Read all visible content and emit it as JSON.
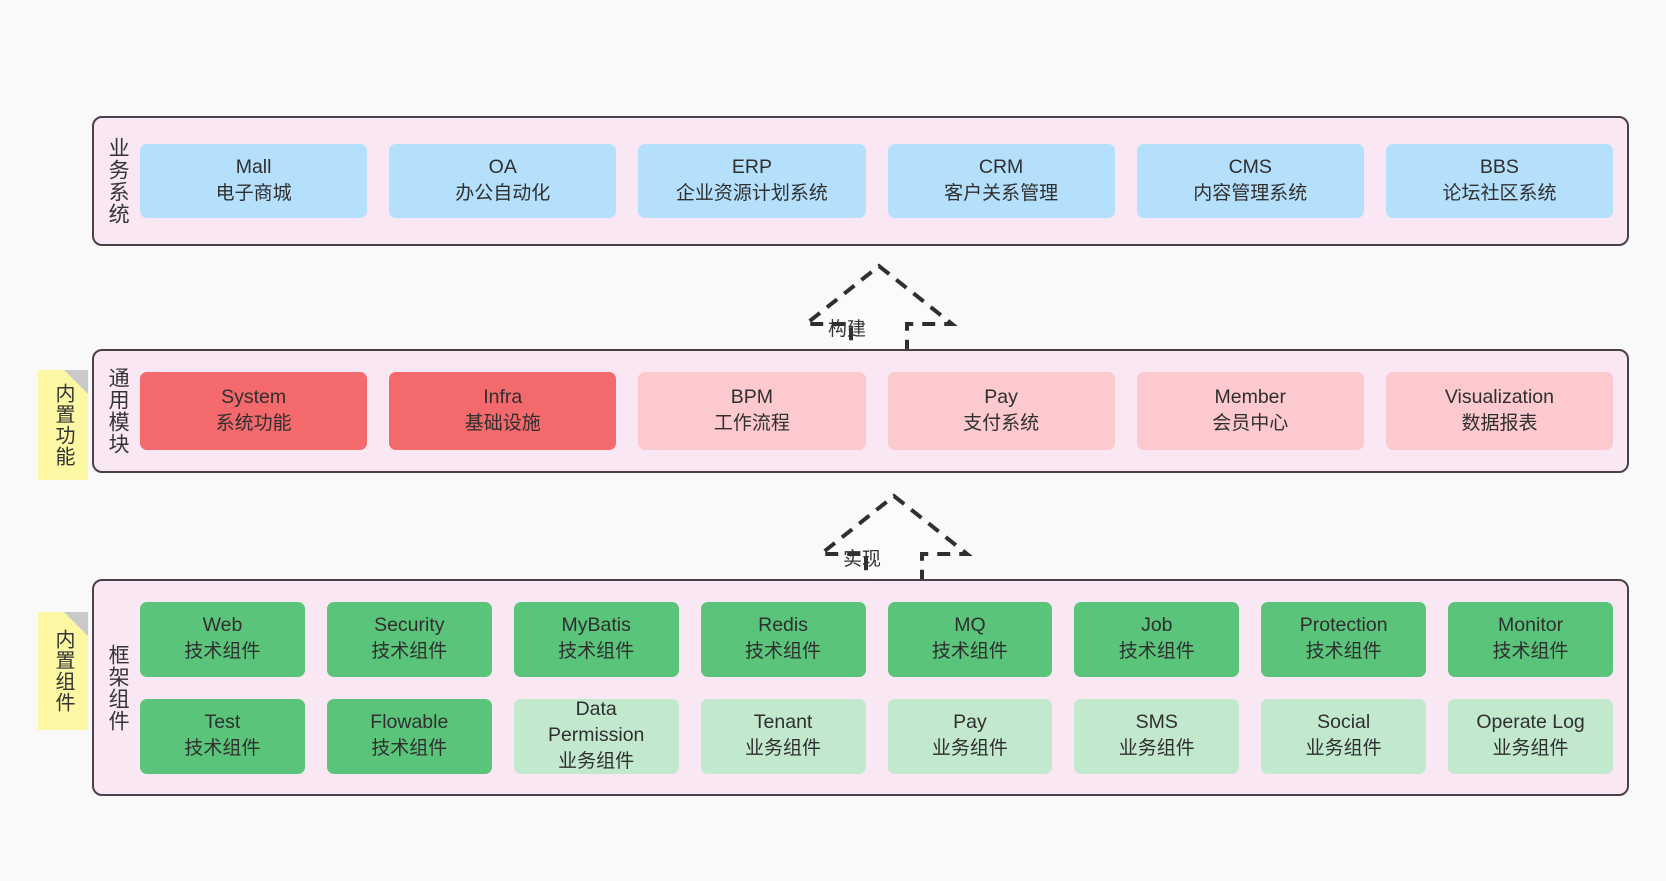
{
  "canvas": {
    "background_color": "#f9f9f9",
    "border_color": "#4a4048",
    "panel_background": "#f9e7f4"
  },
  "notes": [
    {
      "text": "内置功能",
      "color": "#fbf7a3"
    },
    {
      "text": "内置组件",
      "color": "#fbf7a3"
    }
  ],
  "panels": [
    {
      "label": "业务系统",
      "rows": [
        {
          "cards": [
            {
              "en": "Mall",
              "cn": "电子商城",
              "color": "#b4e0fc",
              "style": "blue"
            },
            {
              "en": "OA",
              "cn": "办公自动化",
              "color": "#b4e0fc",
              "style": "blue"
            },
            {
              "en": "ERP",
              "cn": "企业资源计划系统",
              "color": "#b4e0fc",
              "style": "blue"
            },
            {
              "en": "CRM",
              "cn": "客户关系管理",
              "color": "#b4e0fc",
              "style": "blue"
            },
            {
              "en": "CMS",
              "cn": "内容管理系统",
              "color": "#b4e0fc",
              "style": "blue"
            },
            {
              "en": "BBS",
              "cn": "论坛社区系统",
              "color": "#b4e0fc",
              "style": "blue"
            }
          ]
        }
      ]
    },
    {
      "label": "通用模块",
      "rows": [
        {
          "cards": [
            {
              "en": "System",
              "cn": "系统功能",
              "color": "#f3696c",
              "style": "red"
            },
            {
              "en": "Infra",
              "cn": "基础设施",
              "color": "#f3696c",
              "style": "red"
            },
            {
              "en": "BPM",
              "cn": "工作流程",
              "color": "#fcc9cf",
              "style": "pink"
            },
            {
              "en": "Pay",
              "cn": "支付系统",
              "color": "#fcc9cf",
              "style": "pink"
            },
            {
              "en": "Member",
              "cn": "会员中心",
              "color": "#fcc9cf",
              "style": "pink"
            },
            {
              "en": "Visualization",
              "cn": "数据报表",
              "color": "#fcc9cf",
              "style": "pink"
            }
          ]
        }
      ]
    },
    {
      "label": "框架组件",
      "rows": [
        {
          "cards": [
            {
              "en": "Web",
              "cn": "技术组件",
              "color": "#5ac47b",
              "style": "green"
            },
            {
              "en": "Security",
              "cn": "技术组件",
              "color": "#5ac47b",
              "style": "green"
            },
            {
              "en": "MyBatis",
              "cn": "技术组件",
              "color": "#5ac47b",
              "style": "green"
            },
            {
              "en": "Redis",
              "cn": "技术组件",
              "color": "#5ac47b",
              "style": "green"
            },
            {
              "en": "MQ",
              "cn": "技术组件",
              "color": "#5ac47b",
              "style": "green"
            },
            {
              "en": "Job",
              "cn": "技术组件",
              "color": "#5ac47b",
              "style": "green"
            },
            {
              "en": "Protection",
              "cn": "技术组件",
              "color": "#5ac47b",
              "style": "green"
            },
            {
              "en": "Monitor",
              "cn": "技术组件",
              "color": "#5ac47b",
              "style": "green"
            }
          ]
        },
        {
          "cards": [
            {
              "en": "Test",
              "cn": "技术组件",
              "color": "#5ac47b",
              "style": "green"
            },
            {
              "en": "Flowable",
              "cn": "技术组件",
              "color": "#5ac47b",
              "style": "green"
            },
            {
              "en": "Data Permission",
              "cn": "业务组件",
              "color": "#c2e8cd",
              "style": "lightgreen"
            },
            {
              "en": "Tenant",
              "cn": "业务组件",
              "color": "#c2e8cd",
              "style": "lightgreen"
            },
            {
              "en": "Pay",
              "cn": "业务组件",
              "color": "#c2e8cd",
              "style": "lightgreen"
            },
            {
              "en": "SMS",
              "cn": "业务组件",
              "color": "#c2e8cd",
              "style": "lightgreen"
            },
            {
              "en": "Social",
              "cn": "业务组件",
              "color": "#c2e8cd",
              "style": "lightgreen"
            },
            {
              "en": "Operate Log",
              "cn": "业务组件",
              "color": "#c2e8cd",
              "style": "lightgreen"
            }
          ]
        }
      ]
    }
  ],
  "arrows": [
    {
      "label": "构建",
      "direction": "up",
      "style": "dashed-hollow"
    },
    {
      "label": "实现",
      "direction": "up",
      "style": "dashed-hollow"
    }
  ]
}
